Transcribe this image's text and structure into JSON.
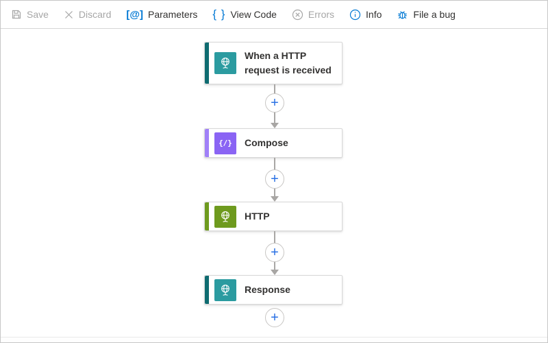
{
  "toolbar": {
    "save": {
      "label": "Save",
      "state": "disabled"
    },
    "discard": {
      "label": "Discard",
      "state": "disabled"
    },
    "parameters": {
      "label": "Parameters",
      "glyph": "[@]",
      "state": "enabled"
    },
    "view_code": {
      "label": "View Code",
      "glyph": "{ }",
      "state": "enabled"
    },
    "errors": {
      "label": "Errors",
      "state": "disabled"
    },
    "info": {
      "label": "Info",
      "state": "enabled"
    },
    "file_a_bug": {
      "label": "File a bug",
      "state": "enabled"
    }
  },
  "workflow": {
    "add_label": "+",
    "nodes": [
      {
        "title": "When a HTTP request is received",
        "kind": "trigger",
        "accent": "#0e6b70",
        "icon_bg": "#2b9ba0",
        "icon": "http-request-icon"
      },
      {
        "title": "Compose",
        "kind": "action",
        "accent": "#a080f8",
        "icon_bg": "#8a64f4",
        "icon": "compose-icon",
        "glyph": "{/}"
      },
      {
        "title": "HTTP",
        "kind": "action",
        "accent": "#6e9a1e",
        "icon_bg": "#6e9a1e",
        "icon": "http-icon"
      },
      {
        "title": "Response",
        "kind": "action",
        "accent": "#0e6b70",
        "icon_bg": "#2b9ba0",
        "icon": "response-icon"
      }
    ]
  },
  "colors": {
    "toolbar_accent": "#0078d4",
    "disabled_text": "#a6a6a6",
    "text": "#323130",
    "edge": "#a8a6a4",
    "plus": "#2970e4"
  }
}
